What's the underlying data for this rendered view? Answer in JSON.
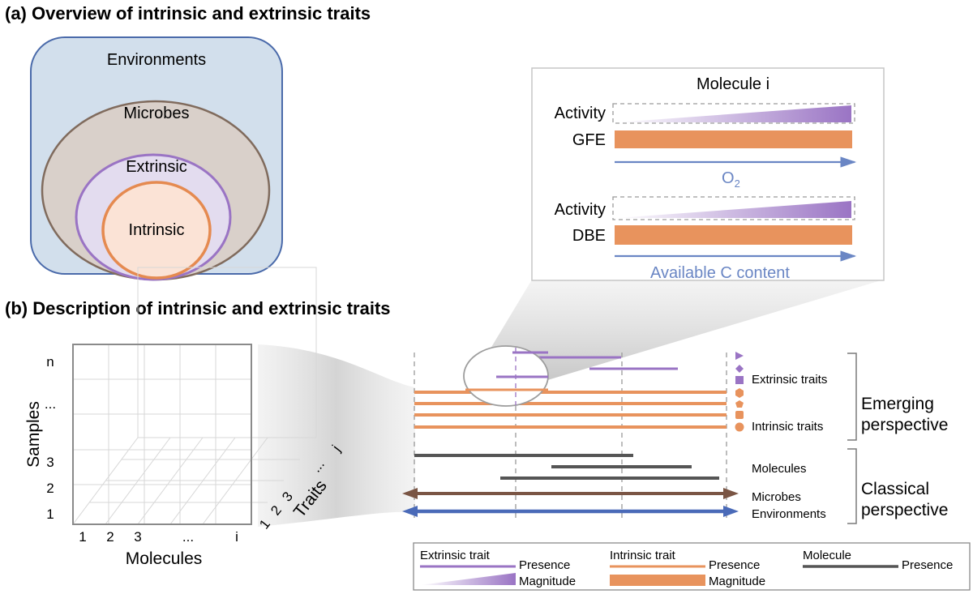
{
  "panel_a": {
    "heading": "(a) Overview of intrinsic and extrinsic traits",
    "environments": "Environments",
    "microbes": "Microbes",
    "extrinsic": "Extrinsic",
    "intrinsic": "Intrinsic"
  },
  "inset": {
    "title": "Molecule i",
    "activity_1": "Activity",
    "gfe": "GFE",
    "o2": "O",
    "o2_sub": "2",
    "activity_2": "Activity",
    "dbe": "DBE",
    "carbon": "Available C content"
  },
  "panel_b": {
    "heading": "(b) Description of intrinsic and extrinsic traits",
    "samples": "Samples",
    "molecules": "Molecules",
    "traits": "Traits",
    "sample_ticks": [
      "1",
      "2",
      "3",
      "...",
      "n"
    ],
    "molecule_ticks": [
      "1",
      "2",
      "3",
      "...",
      "i"
    ],
    "trait_ticks": [
      "1",
      "2",
      "3",
      "...",
      "j"
    ],
    "extrinsic_traits": "Extrinsic traits",
    "intrinsic_traits": "Intrinsic traits",
    "emerging_1": "Emerging",
    "emerging_2": "perspective",
    "molecules_row": "Molecules",
    "microbes_row": "Microbes",
    "environments_row": "Environments",
    "classical_1": "Classical",
    "classical_2": "perspective"
  },
  "legend": {
    "extrinsic_trait": "Extrinsic trait",
    "presence_1": "Presence",
    "magnitude_1": "Magnitude",
    "intrinsic_trait": "Intrinsic trait",
    "presence_2": "Presence",
    "magnitude_2": "Magnitude",
    "molecule": "Molecule",
    "presence_3": "Presence"
  },
  "colors": {
    "environment_fill": "#d2dfec",
    "environment_stroke": "#4a6aaa",
    "microbe_fill": "#d9d0ca",
    "microbe_stroke": "#806b5d",
    "extrinsic_fill": "#e3dcef",
    "extrinsic_stroke": "#9a74c4",
    "intrinsic_fill": "#fbe3d6",
    "intrinsic_stroke": "#e58a50",
    "orange": "#e8935d",
    "purple": "#9a74c4",
    "gray": "#555555",
    "brown": "#7a5544",
    "blue": "#4a6ab8"
  }
}
